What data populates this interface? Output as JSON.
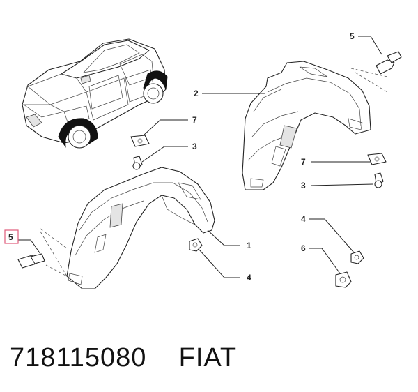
{
  "callouts": {
    "c5_top": "5",
    "c2": "2",
    "c7_left": "7",
    "c3_left": "3",
    "c7_right": "7",
    "c3_right": "3",
    "c1": "1",
    "c4_left": "4",
    "c4_right": "4",
    "c6": "6",
    "c5_left": "5"
  },
  "footer": {
    "part_number": "718115080",
    "brand": "FIAT"
  },
  "colors": {
    "line": "#222222",
    "highlight_box": "#e05a7a",
    "background": "#ffffff"
  }
}
